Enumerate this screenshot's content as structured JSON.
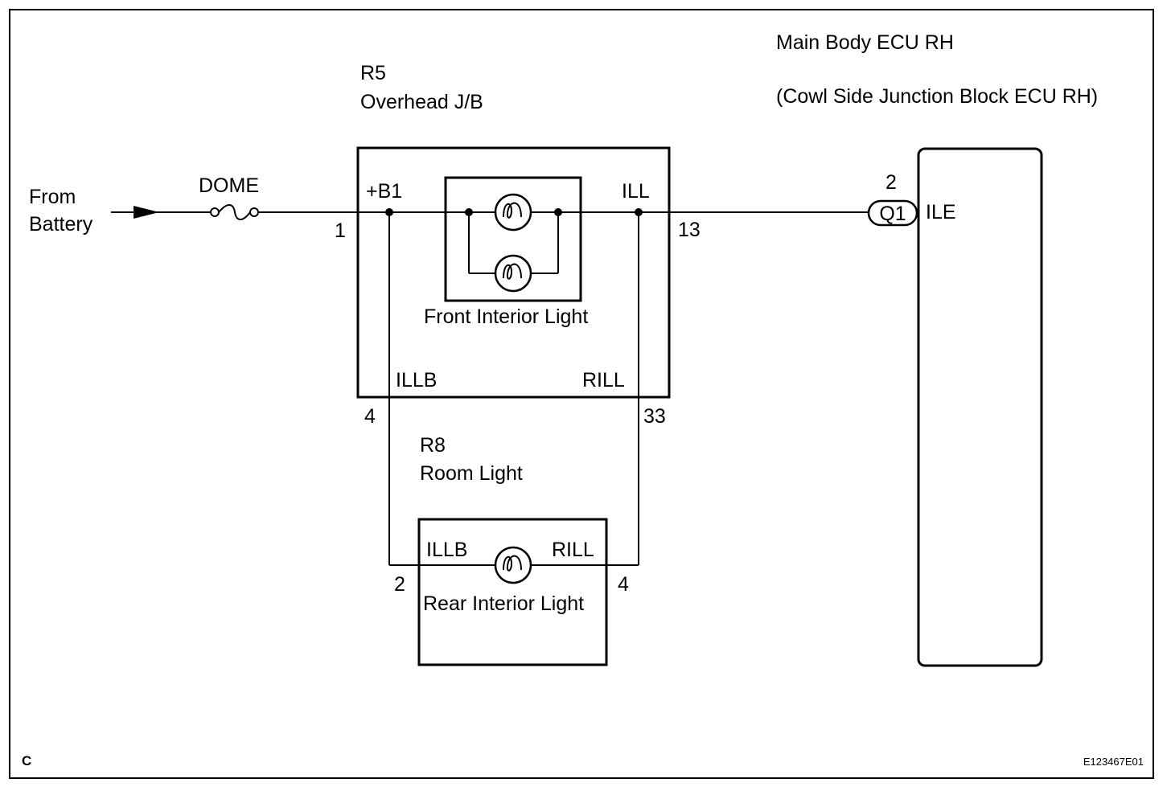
{
  "ecu": {
    "title": "Main Body ECU RH",
    "subtitle": "(Cowl Side Junction Block ECU RH)",
    "pin_number": "2",
    "connector": "Q1",
    "terminal": "ILE"
  },
  "source": {
    "line1": "From",
    "line2": "Battery",
    "fuse": "DOME"
  },
  "junction_block": {
    "connector": "R5",
    "name": "Overhead J/B",
    "terminal_b1": "+B1",
    "pin_b1": "1",
    "terminal_ill": "ILL",
    "pin_ill": "13",
    "terminal_illb": "ILLB",
    "pin_illb": "4",
    "terminal_rill": "RILL",
    "pin_rill": "33",
    "front_light": "Front Interior Light"
  },
  "room_light": {
    "connector": "R8",
    "name": "Room Light",
    "terminal_illb": "ILLB",
    "pin_illb": "2",
    "terminal_rill": "RILL",
    "pin_rill": "4",
    "rear_light": "Rear Interior Light"
  },
  "footer": {
    "corner_letter": "C",
    "figure_id": "E123467E01"
  }
}
